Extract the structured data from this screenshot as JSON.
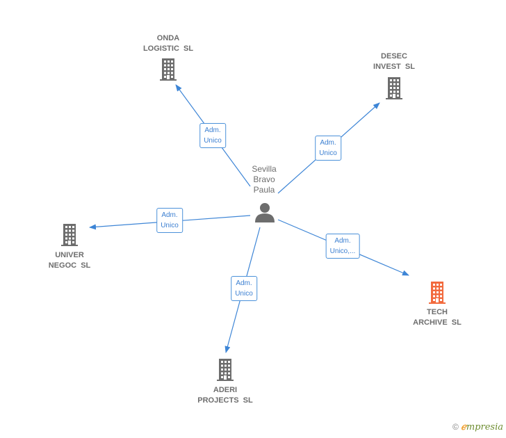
{
  "center": {
    "name_lines": [
      "Sevilla",
      "Bravo",
      "Paula"
    ],
    "icon": "person-icon",
    "color": "#6d6d6d"
  },
  "companies": [
    {
      "id": "onda",
      "lines": [
        "ONDA",
        "LOGISTIC  SL"
      ],
      "icon": "building-icon",
      "color": "#6d6d6d"
    },
    {
      "id": "desec",
      "lines": [
        "DESEC",
        "INVEST  SL"
      ],
      "icon": "building-icon",
      "color": "#6d6d6d"
    },
    {
      "id": "univer",
      "lines": [
        "UNIVER",
        "NEGOC  SL"
      ],
      "icon": "building-icon",
      "color": "#6d6d6d"
    },
    {
      "id": "tech",
      "lines": [
        "TECH",
        "ARCHIVE  SL"
      ],
      "icon": "building-icon",
      "color": "#f26a3d"
    },
    {
      "id": "aderi",
      "lines": [
        "ADERI",
        "PROJECTS  SL"
      ],
      "icon": "building-icon",
      "color": "#6d6d6d"
    }
  ],
  "relations": [
    {
      "to": "onda",
      "lines": [
        "Adm.",
        "Unico"
      ]
    },
    {
      "to": "desec",
      "lines": [
        "Adm.",
        "Unico"
      ]
    },
    {
      "to": "univer",
      "lines": [
        "Adm.",
        "Unico"
      ]
    },
    {
      "to": "tech",
      "lines": [
        "Adm.",
        "Unico,..."
      ]
    },
    {
      "to": "aderi",
      "lines": [
        "Adm.",
        "Unico"
      ]
    }
  ],
  "colors": {
    "edge": "#3d85d6",
    "label_border": "#4a90d9"
  },
  "footer": {
    "copyright": "©",
    "brand_first": "ℯ",
    "brand_rest": "mpresia"
  }
}
